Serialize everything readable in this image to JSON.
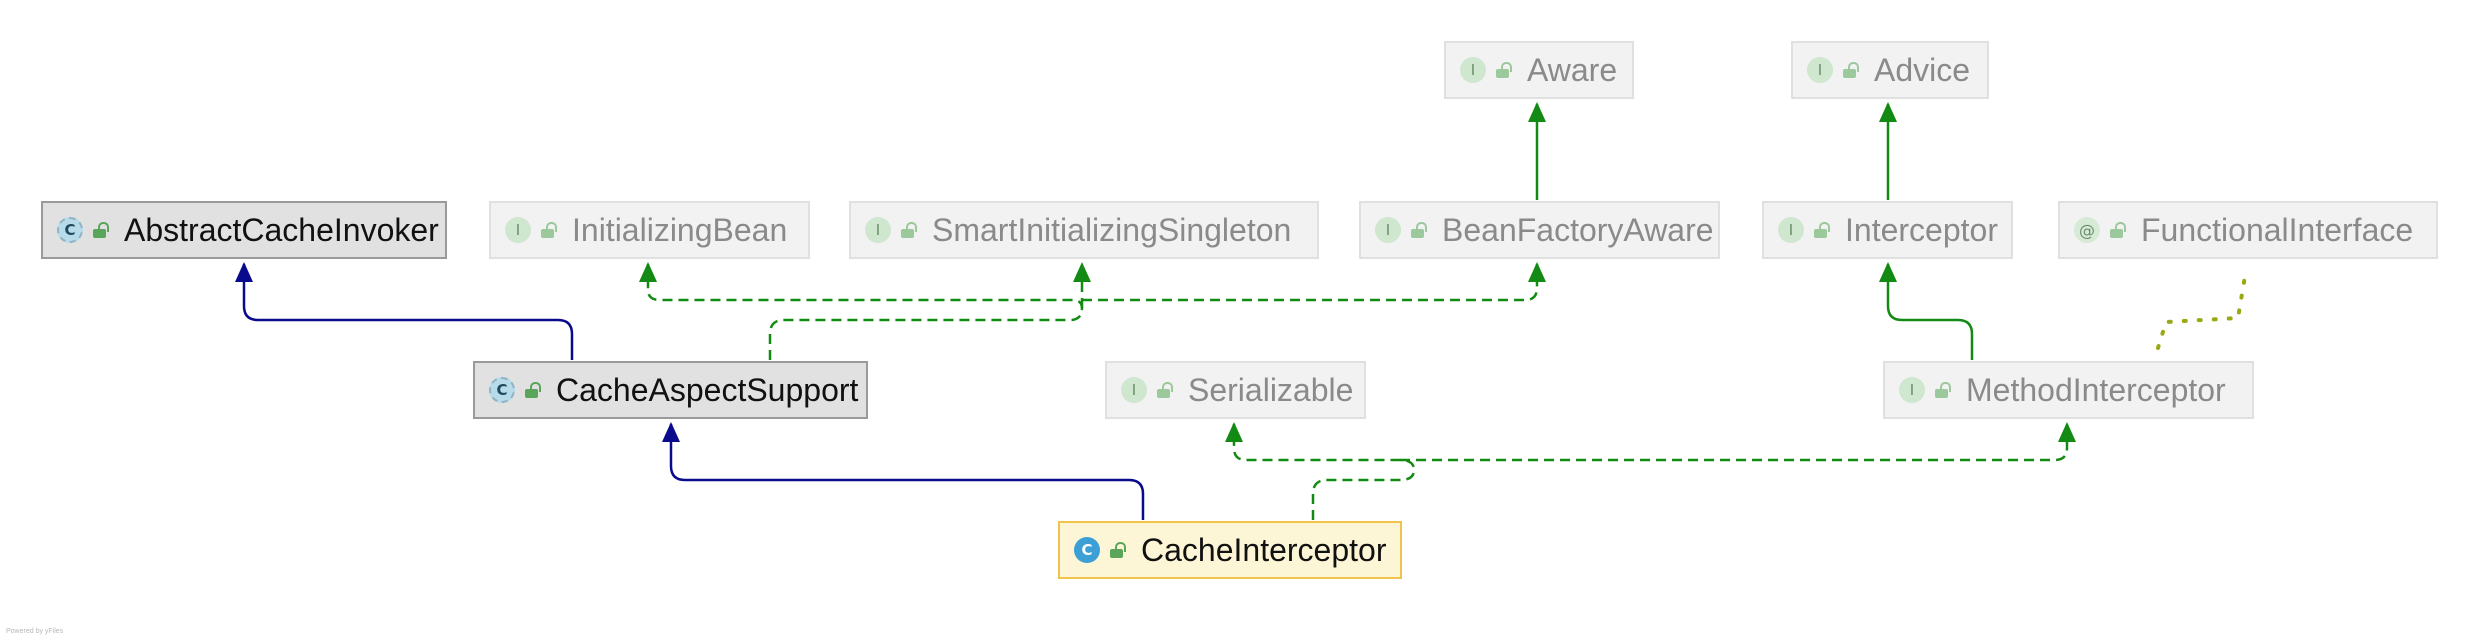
{
  "nodes": {
    "aware": {
      "label": "Aware",
      "icon": "I"
    },
    "advice": {
      "label": "Advice",
      "icon": "I"
    },
    "abstract_cache_invoker": {
      "label": "AbstractCacheInvoker",
      "icon": "C"
    },
    "initializing_bean": {
      "label": "InitializingBean",
      "icon": "I"
    },
    "smart_initializing_singleton": {
      "label": "SmartInitializingSingleton",
      "icon": "I"
    },
    "bean_factory_aware": {
      "label": "BeanFactoryAware",
      "icon": "I"
    },
    "interceptor": {
      "label": "Interceptor",
      "icon": "I"
    },
    "functional_interface": {
      "label": "FunctionalInterface",
      "icon": "@"
    },
    "cache_aspect_support": {
      "label": "CacheAspectSupport",
      "icon": "C"
    },
    "serializable": {
      "label": "Serializable",
      "icon": "I"
    },
    "method_interceptor": {
      "label": "MethodInterceptor",
      "icon": "I"
    },
    "cache_interceptor": {
      "label": "CacheInterceptor",
      "icon": "C"
    }
  },
  "edges": [
    {
      "from": "CacheAspectSupport",
      "to": "AbstractCacheInvoker",
      "kind": "extends"
    },
    {
      "from": "CacheInterceptor",
      "to": "CacheAspectSupport",
      "kind": "extends"
    },
    {
      "from": "CacheAspectSupport",
      "to": "InitializingBean",
      "kind": "implements"
    },
    {
      "from": "CacheAspectSupport",
      "to": "SmartInitializingSingleton",
      "kind": "implements"
    },
    {
      "from": "CacheAspectSupport",
      "to": "BeanFactoryAware",
      "kind": "implements"
    },
    {
      "from": "BeanFactoryAware",
      "to": "Aware",
      "kind": "interface-extends"
    },
    {
      "from": "Interceptor",
      "to": "Advice",
      "kind": "interface-extends"
    },
    {
      "from": "MethodInterceptor",
      "to": "Interceptor",
      "kind": "interface-extends"
    },
    {
      "from": "MethodInterceptor",
      "to": "FunctionalInterface",
      "kind": "annotation"
    },
    {
      "from": "CacheInterceptor",
      "to": "Serializable",
      "kind": "implements"
    },
    {
      "from": "CacheInterceptor",
      "to": "MethodInterceptor",
      "kind": "implements"
    }
  ],
  "colors": {
    "extends": "#0a0a8c",
    "implements": "#138a13",
    "annotation": "#9aa814"
  },
  "footer": "Powered by yFiles"
}
